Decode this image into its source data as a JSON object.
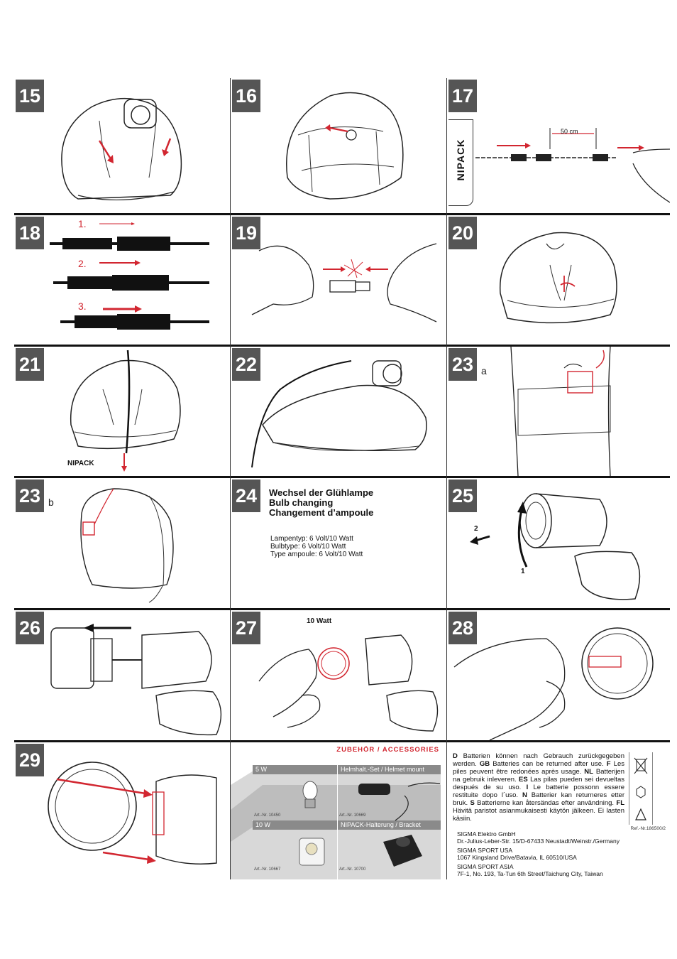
{
  "steps": [
    {
      "id": "15"
    },
    {
      "id": "16"
    },
    {
      "id": "17"
    },
    {
      "id": "18"
    },
    {
      "id": "19"
    },
    {
      "id": "20"
    },
    {
      "id": "21"
    },
    {
      "id": "22"
    },
    {
      "id": "23",
      "suffix": "a"
    },
    {
      "id": "23",
      "suffix": "b"
    },
    {
      "id": "24"
    },
    {
      "id": "25"
    },
    {
      "id": "26"
    },
    {
      "id": "27"
    },
    {
      "id": "28"
    },
    {
      "id": "29"
    }
  ],
  "step17": {
    "tab_label": "NIPACK",
    "distance_label": "50 cm"
  },
  "step18": {
    "labels": [
      "1.",
      "2.",
      "3."
    ]
  },
  "step21": {
    "nipack_label": "NIPACK"
  },
  "step24": {
    "title_de": "Wechsel der Glühlampe",
    "title_gb": "Bulb changing",
    "title_fr": "Changement d’ampoule",
    "spec_de": "Lampentyp: 6 Volt/10 Watt",
    "spec_gb": "Bulbtype: 6 Volt/10 Watt",
    "spec_fr": "Type ampoule: 6 Volt/10 Watt"
  },
  "step25": {
    "arrow_1": "1",
    "arrow_2": "2"
  },
  "step27": {
    "bulb_label": "10 Watt"
  },
  "accessories": {
    "title": "ZUBEHÖR / ACCESSORIES",
    "items": [
      {
        "label": "5 W",
        "art": "Art.-Nr. 10450"
      },
      {
        "label": "Helmhalt.-Set / Helmet mount",
        "art": "Art.-Nr. 10669"
      },
      {
        "label": "10 W",
        "art": "Art.-Nr. 10667"
      },
      {
        "label": "NIPACK-Halterung / Bracket",
        "art": "Art.-Nr. 10700"
      }
    ]
  },
  "battery_note": [
    {
      "code": "D",
      "text": " Batterien können nach Gebrauch zurückgegeben werden. "
    },
    {
      "code": "GB",
      "text": " Batteries can be returned after use. "
    },
    {
      "code": "F",
      "text": " Les piles peuvent être redonées après usage. "
    },
    {
      "code": "NL",
      "text": " Batterijen na gebruik inleveren. "
    },
    {
      "code": "ES",
      "text": " Las pilas pueden sei devueltas después de su uso. "
    },
    {
      "code": "I",
      "text": " Le batterie possonn essere restituite dopo l´uso. "
    },
    {
      "code": "N",
      "text": " Batterier kan returneres etter bruk. "
    },
    {
      "code": "S",
      "text": " Batterierne kan återsändas efter användning. "
    },
    {
      "code": "FL",
      "text": " Hävitä paristot asianmukaisesti käytön jälkeen. Ei lasten käsiin."
    }
  ],
  "ref": "Ref.-Nr.186500/2",
  "addresses": [
    {
      "name": "SIGMA Elektro GmbH",
      "line": "Dr.-Julius-Leber-Str. 15/D-67433 Neustadt/Weinstr./Germany"
    },
    {
      "name": "SIGMA SPORT USA",
      "line": "1067 Kingsland Drive/Batavia, IL 60510/USA"
    },
    {
      "name": "SIGMA SPORT ASIA",
      "line": "7F-1, No. 193, Ta-Tun 6th Street/Taichung City, Taiwan"
    }
  ],
  "colors": {
    "accent": "#d22630",
    "badge": "#555555",
    "line": "#111111"
  }
}
